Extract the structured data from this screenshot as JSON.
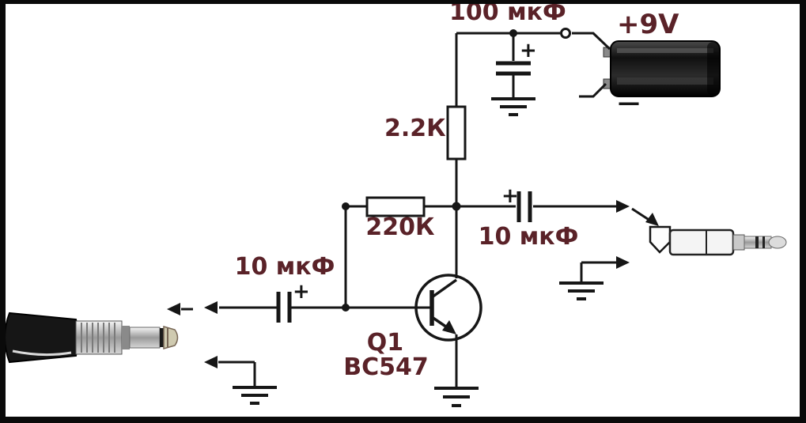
{
  "diagram": {
    "type": "circuit-schematic",
    "labels": {
      "filter_cap": "100 мкФ",
      "supply": "+9V",
      "collector_resistor": "2.2К",
      "bias_resistor": "220К",
      "output_cap": "10 мкФ",
      "input_cap": "10 мкФ",
      "transistor_ref": "Q1",
      "transistor_part": "BC547",
      "plus_filter": "+",
      "plus_output": "+",
      "plus_input": "+",
      "battery_minus": "—"
    },
    "colors": {
      "label_text": "#5a2228",
      "wire": "#161616",
      "background": "#ffffff",
      "battery_body": "#0d0d0d"
    }
  }
}
